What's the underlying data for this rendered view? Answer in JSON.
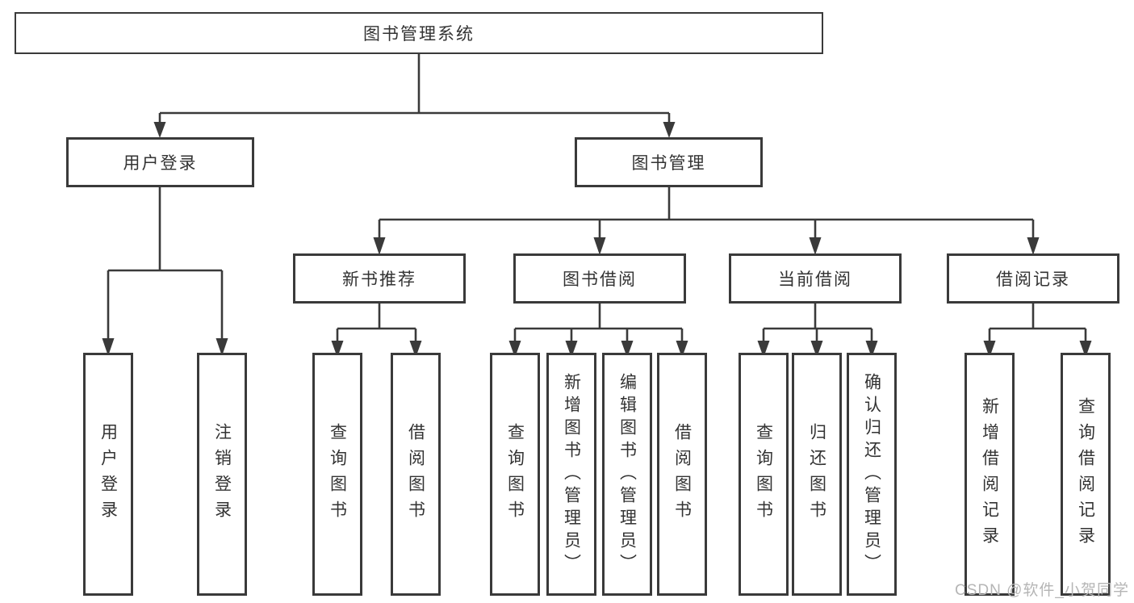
{
  "tree": {
    "root": "图书管理系统",
    "children": [
      {
        "label": "用户登录",
        "children": [
          "用户登录",
          "注销登录"
        ]
      },
      {
        "label": "图书管理",
        "children": [
          {
            "label": "新书推荐",
            "children": [
              "查询图书",
              "借阅图书"
            ]
          },
          {
            "label": "图书借阅",
            "children": [
              "查询图书",
              "新增图书（管理员）",
              "编辑图书（管理员）",
              "借阅图书"
            ]
          },
          {
            "label": "当前借阅",
            "children": [
              "查询图书",
              "归还图书",
              "确认归还（管理员）"
            ]
          },
          {
            "label": "借阅记录",
            "children": [
              "新增借阅记录",
              "查询借阅记录"
            ]
          }
        ]
      }
    ]
  },
  "watermark": "CSDN @软件_小贺同学",
  "colors": {
    "line": "#3a3a3a",
    "box_border": "#3a3a3a",
    "text": "#333333",
    "watermark": "#b5b5b5",
    "background": "#ffffff"
  }
}
